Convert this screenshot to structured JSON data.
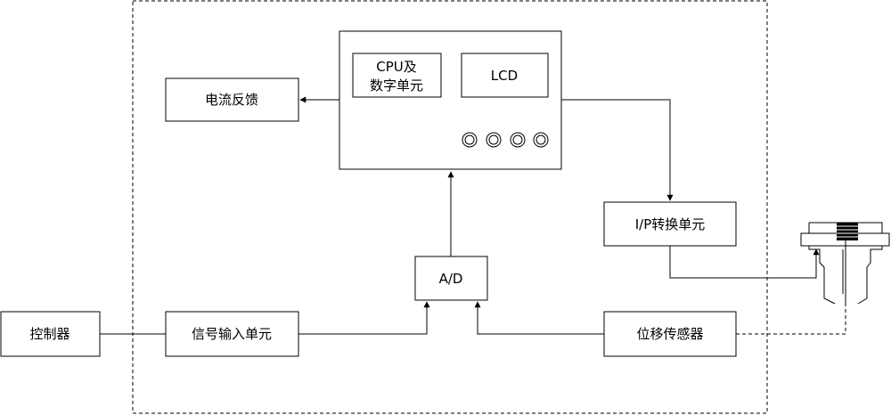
{
  "nodes": {
    "controller": "控制器",
    "signal_input": "信号输入单元",
    "ad": "A/D",
    "cpu_line1": "CPU及",
    "cpu_line2": "数字单元",
    "lcd": "LCD",
    "current_feedback": "电流反馈",
    "ip_converter": "I/P转换单元",
    "displacement_sensor": "位移传感器"
  }
}
